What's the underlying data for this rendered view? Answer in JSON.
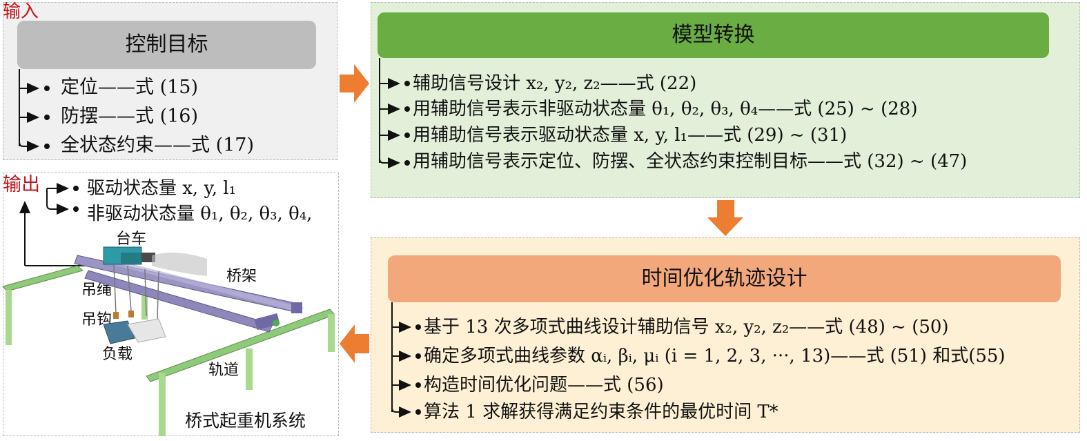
{
  "colors": {
    "input_panel_bg": "#f0f0f0",
    "control_bar": "#bdbdbd",
    "model_panel_bg": "#e2efd9",
    "model_bar": "#6aad43",
    "time_panel_bg": "#fdf0d4",
    "time_bar": "#f3a87c",
    "arrow": "#ed7d31",
    "output_label": "#c4141c",
    "rail": "#8fc97a"
  },
  "input": {
    "label": "输入",
    "title": "控制目标",
    "items": [
      "定位——式 (15)",
      "防摆——式 (16)",
      "全状态约束——式 (17)"
    ]
  },
  "model": {
    "title": "模型转换",
    "items": [
      "辅助信号设计 x₂, y₂, z₂——式 (22)",
      "用辅助信号表示非驱动状态量 θ₁, θ₂, θ₃, θ₄——式 (25) ~ (28)",
      "用辅助信号表示驱动状态量 x, y, l₁——式 (29) ~ (31)",
      "用辅助信号表示定位、防摆、全状态约束控制目标——式 (32) ~ (47)"
    ]
  },
  "time": {
    "title": "时间优化轨迹设计",
    "items": [
      "基于 13 次多项式曲线设计辅助信号 x₂, y₂, z₂——式 (48) ~ (50)",
      "确定多项式曲线参数 αᵢ, βᵢ, μᵢ (i = 1, 2, 3, ···, 13)——式 (51) 和式(55)",
      "构造时间优化问题——式 (56)",
      "算法 1 求解获得满足约束条件的最优时间 T*"
    ]
  },
  "output": {
    "label": "输出",
    "items": [
      "驱动状态量 x, y, l₁",
      "非驱动状态量 θ₁, θ₂, θ₃, θ₄,"
    ],
    "figure_labels": {
      "trolley": "台车",
      "bridge": "桥架",
      "rope": "吊绳",
      "hook": "吊钩",
      "load": "负载",
      "track": "轨道"
    },
    "system_caption": "桥式起重机系统"
  }
}
